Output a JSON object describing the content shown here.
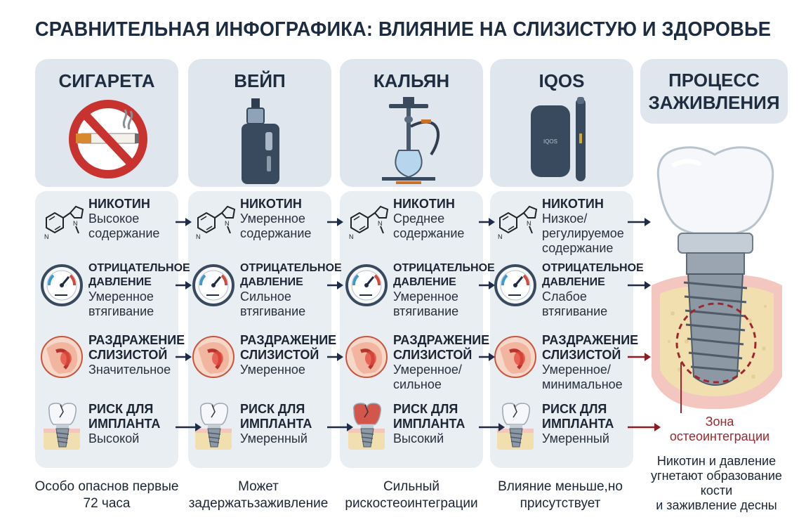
{
  "title": "СРАВНИТЕЛЬНАЯ ИНФОГРАФИКА: ВЛИЯНИЕ НА СЛИЗИСТУЮ И ЗДОРОВЬЕ",
  "columns": [
    {
      "name": "СИГАРЕТА",
      "icon": "no-smoking-cigarette-icon",
      "nicotine": {
        "label": "НИКОТИН",
        "value_line1": "Высокое",
        "value_line2": "содержание",
        "value_line3": ""
      },
      "pressure": {
        "label_line1": "ОТРИЦАТЕЛЬНОЕ",
        "label_line2": "ДАВЛЕНИЕ",
        "value_line1": "Умеренное",
        "value_line2": "втягивание"
      },
      "irritation": {
        "label_line1": "РАЗДРАЖЕНИЕ",
        "label_line2": "СЛИЗИСТОЙ",
        "value_line1": "Значительное",
        "value_line2": ""
      },
      "risk": {
        "label_line1": "РИСК ДЛЯ",
        "label_line2": "ИМПЛАНТА",
        "value": "Высокой"
      },
      "note_line1": "Особо опасно",
      "note_line2": "в первые 72 часа"
    },
    {
      "name": "ВЕЙП",
      "icon": "vape-device-icon",
      "nicotine": {
        "label": "НИКОТИН",
        "value_line1": "Умеренное",
        "value_line2": "содержание",
        "value_line3": ""
      },
      "pressure": {
        "label_line1": "ОТРИЦАТЕЛЬНОЕ",
        "label_line2": "ДАВЛЕНИЕ",
        "value_line1": "Сильное",
        "value_line2": "втягивание"
      },
      "irritation": {
        "label_line1": "РАЗДРАЖЕНИЕ",
        "label_line2": "СЛИЗИСТОЙ",
        "value_line1": "Умеренное",
        "value_line2": ""
      },
      "risk": {
        "label_line1": "РИСК ДЛЯ",
        "label_line2": "ИМПЛАНТА",
        "value": "Умеренный"
      },
      "note_line1": "Может задержать",
      "note_line2": "заживление"
    },
    {
      "name": "КАЛЬЯН",
      "icon": "hookah-icon",
      "nicotine": {
        "label": "НИКОТИН",
        "value_line1": "Среднее",
        "value_line2": "содержание",
        "value_line3": ""
      },
      "pressure": {
        "label_line1": "ОТРИЦАТЕЛЬНОЕ",
        "label_line2": "ДАВЛЕНИЕ",
        "value_line1": "Умеренное",
        "value_line2": "втягивание"
      },
      "irritation": {
        "label_line1": "РАЗДРАЖЕНИЕ",
        "label_line2": "СЛИЗИСТОЙ",
        "value_line1": "Умеренное/",
        "value_line2": "сильное"
      },
      "risk": {
        "label_line1": "РИСК ДЛЯ",
        "label_line2": "ИМПЛАНТА",
        "value": "Высокий"
      },
      "note_line1": "Сильный риск",
      "note_line2": "остеоинтеграции"
    },
    {
      "name": "IQOS",
      "icon": "iqos-device-icon",
      "device_text": "IQOS",
      "nicotine": {
        "label": "НИКОТИН",
        "value_line1": "Низкое/",
        "value_line2": "регулируемое",
        "value_line3": "содержание"
      },
      "pressure": {
        "label_line1": "ОТРИЦАТЕЛЬНОЕ",
        "label_line2": "ДАВЛЕНИЕ",
        "value_line1": "Слабое",
        "value_line2": "втягивание"
      },
      "irritation": {
        "label_line1": "РАЗДРАЖЕНИЕ",
        "label_line2": "СЛИЗИСТОЙ",
        "value_line1": "Умеренное/",
        "value_line2": "минимальное"
      },
      "risk": {
        "label_line1": "РИСК ДЛЯ",
        "label_line2": "ИМПЛАНТА",
        "value": "Умеренный"
      },
      "note_line1": "Влияние меньше,",
      "note_line2": "но присутствует"
    }
  ],
  "process": {
    "title_line1": "ПРОЦЕСС",
    "title_line2": "ЗАЖИВЛЕНИЯ",
    "zone_line1": "Зона",
    "zone_line2": "остеоинтеграции",
    "note_line1": "Никотин и давление",
    "note_line2": "угнетают образование",
    "note_line3": "кости",
    "note_line4": "и заживление десны"
  },
  "colors": {
    "header_bg": "#dfe6ee",
    "panel_bg": "#e9eef3",
    "title": "#1d2c40",
    "arrow_dark": "#1e2d45",
    "arrow_red": "#8b1d22",
    "danger_red": "#c8322f"
  }
}
